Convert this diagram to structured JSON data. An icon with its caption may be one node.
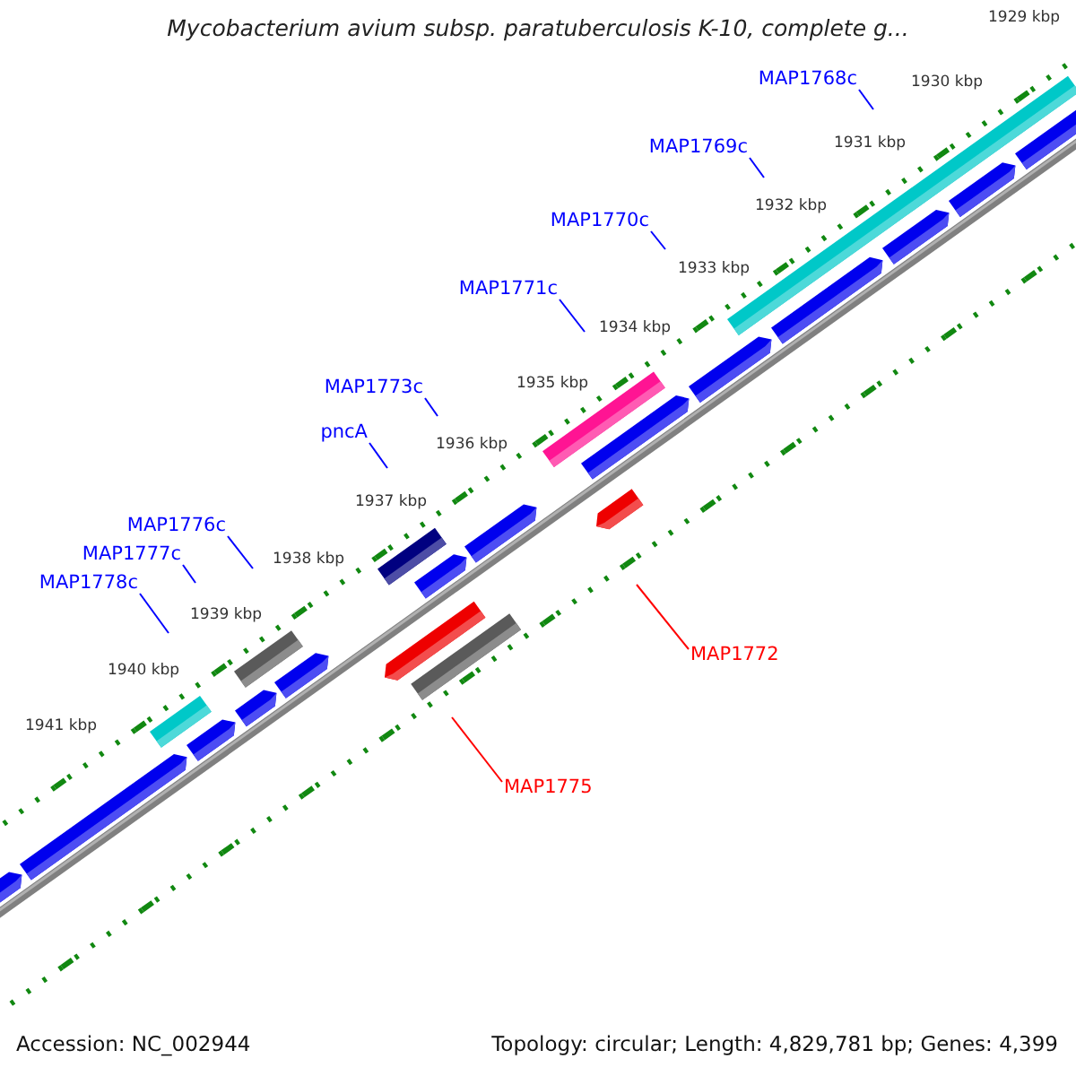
{
  "diagram": {
    "title": "Mycobacterium avium subsp. paratuberculosis K-10, complete g...",
    "nodes": [
      {
        "text": [
          "MAP1768c"
        ]
      },
      {
        "text": [
          "MAP1769c"
        ]
      },
      {
        "text": [
          "MAP1770c"
        ]
      },
      {
        "text": [
          "MAP1771c"
        ]
      },
      {
        "text": [
          "MAP1773c"
        ]
      },
      {
        "text": [
          "pncA"
        ]
      },
      {
        "text": [
          "MAP1776c"
        ]
      },
      {
        "text": [
          "MAP1777c"
        ]
      },
      {
        "text": [
          "MAP1778c"
        ]
      },
      {
        "text": [
          "MAP1772"
        ]
      },
      {
        "text": [
          "MAP1775"
        ]
      }
    ],
    "edges": [
      {
        "from": 0,
        "to": null,
        "arrow": "none"
      },
      {
        "from": 1,
        "to": null,
        "arrow": "none"
      },
      {
        "from": 2,
        "to": null,
        "arrow": "none"
      },
      {
        "from": 3,
        "to": null,
        "arrow": "none"
      },
      {
        "from": 4,
        "to": null,
        "arrow": "none"
      },
      {
        "from": 5,
        "to": null,
        "arrow": "none"
      },
      {
        "from": 6,
        "to": null,
        "arrow": "none"
      },
      {
        "from": 7,
        "to": null,
        "arrow": "none"
      },
      {
        "from": 8,
        "to": null,
        "arrow": "none"
      },
      {
        "from": 9,
        "to": null,
        "arrow": "none",
        "color": "#ff0000"
      },
      {
        "from": 10,
        "to": null,
        "arrow": "none",
        "color": "#ff0000"
      }
    ],
    "labels": [
      "1929 kbp",
      "1930 kbp",
      "1931 kbp",
      "1932 kbp",
      "1933 kbp",
      "1934 kbp",
      "1935 kbp",
      "1936 kbp",
      "1937 kbp",
      "1938 kbp",
      "1939 kbp",
      "1940 kbp",
      "1941 kbp",
      "Accession: NC_002944",
      "Topology: circular; Length: 4,829,781 bp; Genes: 4,399"
    ]
  }
}
